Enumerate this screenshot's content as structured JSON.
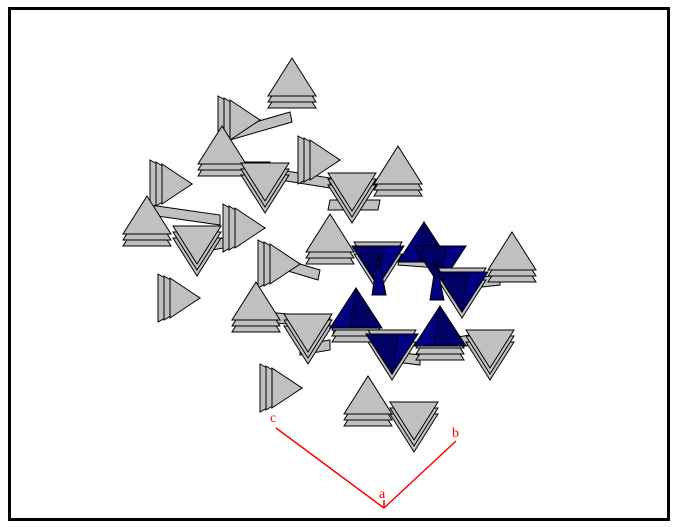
{
  "figure": {
    "description_colors": {
      "tetrahedron_fill": "#c0c0c0",
      "highlight_fill": "#000080",
      "edge": "#000000",
      "axis": "#ff0000",
      "background": "#ffffff"
    }
  },
  "axes": {
    "labels": {
      "c": "c",
      "b": "b",
      "a": "a"
    }
  }
}
